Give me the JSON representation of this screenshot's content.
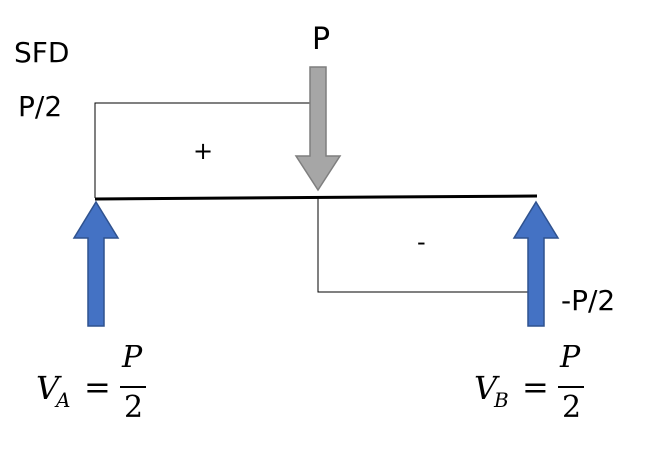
{
  "diagram": {
    "title": "SFD",
    "load_label": "P",
    "shear_positive_value": "P/2",
    "shear_negative_value": "-P/2",
    "positive_sign": "+",
    "negative_sign": "-",
    "reaction_a": {
      "symbol": "V",
      "subscript": "A",
      "operator": "=",
      "numerator": "P",
      "denominator": "2"
    },
    "reaction_b": {
      "symbol": "V",
      "subscript": "B",
      "operator": "=",
      "numerator": "P",
      "denominator": "2"
    },
    "colors": {
      "reaction_arrow_fill": "#4472c4",
      "reaction_arrow_stroke": "#2f528f",
      "load_arrow_fill": "#a6a6a6",
      "load_arrow_stroke": "#7f7f7f",
      "beam": "#000000",
      "sfd_outline": "#000000"
    },
    "icons": {
      "left_support": "arrow-up-icon",
      "right_support": "arrow-up-icon",
      "point_load": "arrow-down-icon"
    }
  }
}
